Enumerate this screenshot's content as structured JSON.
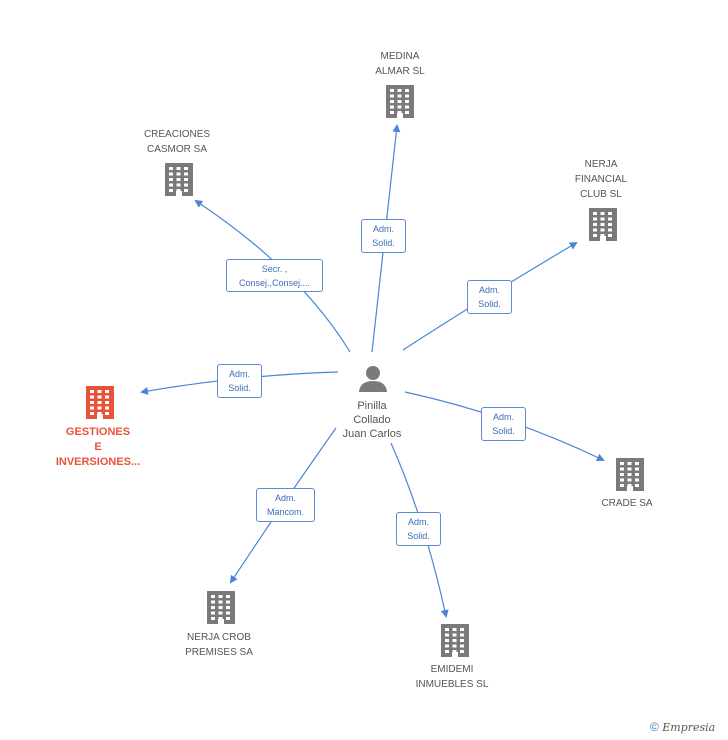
{
  "person": {
    "line1": "Pinilla",
    "line2": "Collado",
    "line3": "Juan Carlos"
  },
  "companies": {
    "medina": {
      "line1": "MEDINA",
      "line2": "ALMAR SL"
    },
    "creaciones": {
      "line1": "CREACIONES",
      "line2": "CASMOR SA"
    },
    "nerja_financial": {
      "line1": "NERJA",
      "line2": "FINANCIAL",
      "line3": "CLUB SL"
    },
    "gestiones": {
      "line1": "GESTIONES",
      "line2": "E",
      "line3": "INVERSIONES..."
    },
    "crade": {
      "line1": "CRADE SA"
    },
    "nerja_crob": {
      "line1": "NERJA CROB",
      "line2": "PREMISES SA"
    },
    "emidemi": {
      "line1": "EMIDEMI",
      "line2": "INMUEBLES  SL"
    }
  },
  "roles": {
    "medina": {
      "line1": "Adm.",
      "line2": "Solid."
    },
    "creaciones": {
      "line1": "Secr. ,",
      "line2": "Consej.,Consej...."
    },
    "nerja_financial": {
      "line1": "Adm.",
      "line2": "Solid."
    },
    "gestiones": {
      "line1": "Adm.",
      "line2": "Solid."
    },
    "crade": {
      "line1": "Adm.",
      "line2": "Solid."
    },
    "nerja_crob": {
      "line1": "Adm.",
      "line2": "Mancom."
    },
    "emidemi": {
      "line1": "Adm.",
      "line2": "Solid."
    }
  },
  "colors": {
    "line": "#4a86d4",
    "building": "#7a7a7a",
    "building_main": "#e8543a",
    "person": "#7a7a7a"
  },
  "footer": {
    "copyright": "©",
    "brand": "Empresia"
  }
}
